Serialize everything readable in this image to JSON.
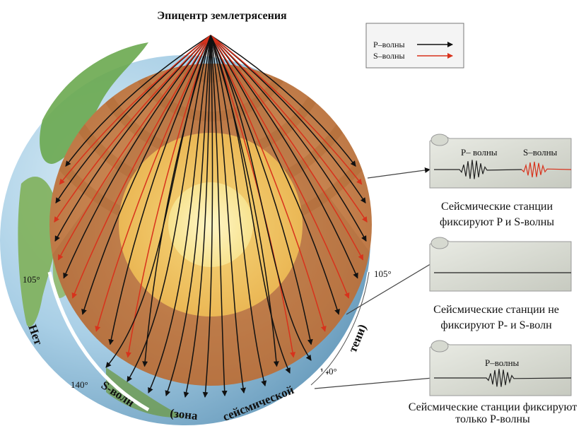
{
  "title": "Эпицентр землетрясения",
  "legend": {
    "p_label": "P–волны",
    "s_label": "S–волны",
    "p_color": "#111111",
    "s_color": "#d8321c"
  },
  "angles": {
    "left_105": "105°",
    "right_105": "105°",
    "left_140": "140°",
    "right_140": "140°"
  },
  "shadow_zone_words": [
    "Нет",
    "S-волн",
    "(зона",
    "сейсмической",
    "тени)"
  ],
  "stations": [
    {
      "trace": "P_and_S",
      "p_label": "P– волны",
      "s_label": "S–волны",
      "caption_line1": "Сейсмические станции",
      "caption_line2": "фиксируют P и  S-волны"
    },
    {
      "trace": "none",
      "caption_line1": "Сейсмические станции не",
      "caption_line2": "фиксируют P- и S-волн"
    },
    {
      "trace": "P_only",
      "p_label": "P–волны",
      "caption_line1": "Сейсмические станции фиксируют",
      "caption_line2": "только P-волны"
    }
  ],
  "colors": {
    "mantle": "#c9844e",
    "outer_core": "#f2c766",
    "inner_core": "#fbec9d",
    "globe_land": "#6aa84f",
    "globe_ocean": "#a9cfe6"
  }
}
